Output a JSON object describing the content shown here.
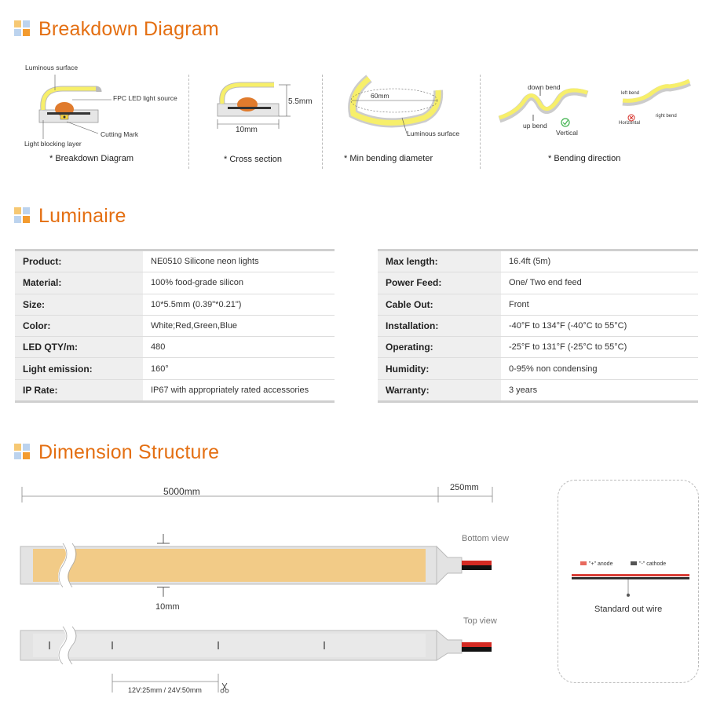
{
  "sections": {
    "breakdown": "Breakdown Diagram",
    "luminaire": "Luminaire",
    "dimension": "Dimension Structure"
  },
  "breakdown": {
    "labels": {
      "luminous_surface": "Luminous surface",
      "fpc": "FPC LED light source",
      "cutting_mark": "Cutting Mark",
      "light_blocking": "Light blocking layer",
      "height": "5.5mm",
      "width": "10mm",
      "bend_diameter": "60mm",
      "luminous_surface2": "Luminous surface",
      "down_bend": "down bend",
      "up_bend": "up bend",
      "vertical": "Vertical",
      "left_bend": "left bend",
      "right_bend": "right bend",
      "horizontal": "Horizontal"
    },
    "captions": [
      "* Breakdown Diagram",
      "* Cross section",
      "* Min bending diameter",
      "* Bending direction"
    ]
  },
  "luminaire": {
    "left": [
      {
        "k": "Product:",
        "v": "NE0510 Silicone neon lights"
      },
      {
        "k": "Material:",
        "v": "100% food-grade silicon"
      },
      {
        "k": "Size:",
        "v": "10*5.5mm (0.39\"*0.21\")"
      },
      {
        "k": "Color:",
        "v": "White;Red,Green,Blue"
      },
      {
        "k": "LED QTY/m:",
        "v": "480"
      },
      {
        "k": "Light emission:",
        "v": "160°"
      },
      {
        "k": "IP Rate:",
        "v": "IP67 with appropriately rated accessories"
      }
    ],
    "right": [
      {
        "k": "Max length:",
        "v": "16.4ft (5m)"
      },
      {
        "k": "Power Feed:",
        "v": "One/ Two end feed"
      },
      {
        "k": "Cable Out:",
        "v": "Front"
      },
      {
        "k": "Installation:",
        "v": "-40°F to 134°F (-40°C to 55°C)"
      },
      {
        "k": "Operating:",
        "v": "-25°F to 131°F (-25°C to 55°C)"
      },
      {
        "k": "Humidity:",
        "v": "0-95% non condensing"
      },
      {
        "k": "Warranty:",
        "v": "3 years"
      }
    ]
  },
  "dimension": {
    "length": "5000mm",
    "cable": "250mm",
    "width": "10mm",
    "bottom_view": "Bottom view",
    "top_view": "Top view",
    "cut": "12V:25mm / 24V:50mm",
    "anode": "\"+\" anode",
    "cathode": "\"-\" cathode",
    "wire": "Standard out wire"
  },
  "colors": {
    "accent": "#e46f12",
    "led_yellow": "#f7ef6a",
    "strip_amber": "#f2cb87",
    "red_wire": "#d42a23"
  }
}
